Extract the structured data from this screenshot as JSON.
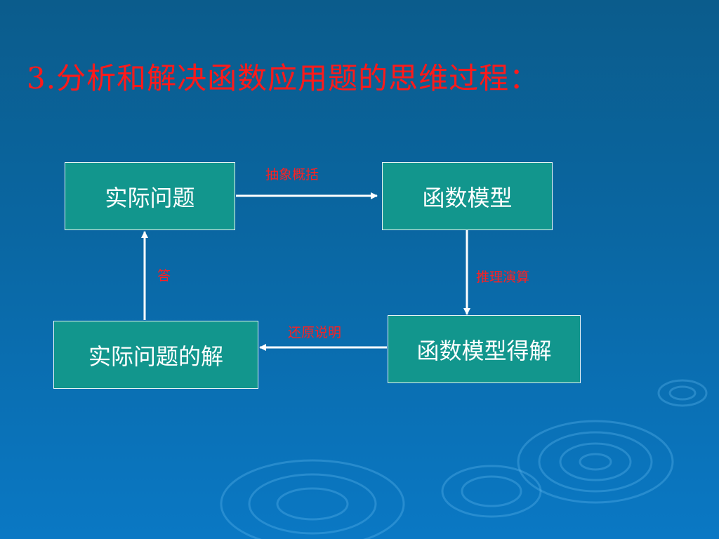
{
  "slide": {
    "title": "3.分析和解决函数应用题的思维过程："
  },
  "diagram": {
    "nodes": {
      "practical_problem": "实际问题",
      "function_model": "函数模型",
      "function_model_solution": "函数模型得解",
      "practical_problem_solution": "实际问题的解"
    },
    "edges": {
      "abstract": "抽象概括",
      "reasoning": "推理演算",
      "restore": "还原说明",
      "answer": "答"
    }
  },
  "colors": {
    "title": "#ff1a1a",
    "box_fill": "#12968d",
    "box_border": "#e8f4f4",
    "box_text": "#ffffff",
    "edge_label": "#ff2020",
    "arrow": "#ffffff"
  }
}
